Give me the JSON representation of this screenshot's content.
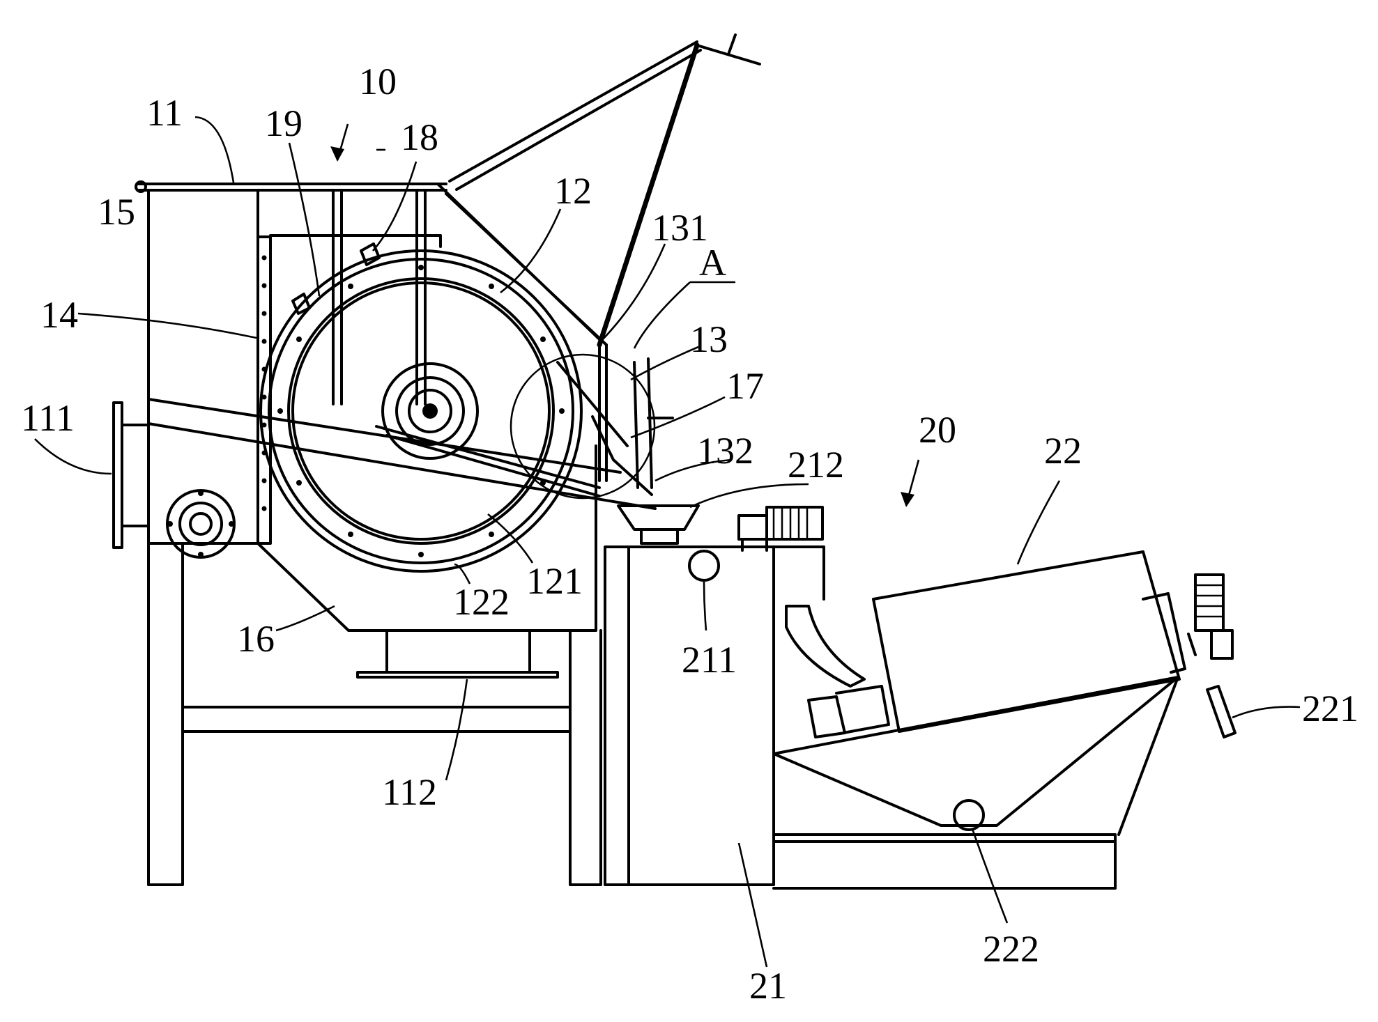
{
  "labels": {
    "l10": "10",
    "l11": "11",
    "l111": "111",
    "l112": "112",
    "l12": "12",
    "l121": "121",
    "l122": "122",
    "l13": "13",
    "l131": "131",
    "l132": "132",
    "l14": "14",
    "l15": "15",
    "l16": "16",
    "l17": "17",
    "l18": "18",
    "l19": "19",
    "l20": "20",
    "l21": "21",
    "l211": "211",
    "l212": "212",
    "l22": "22",
    "l221": "221",
    "l222": "222",
    "lA": "A"
  }
}
